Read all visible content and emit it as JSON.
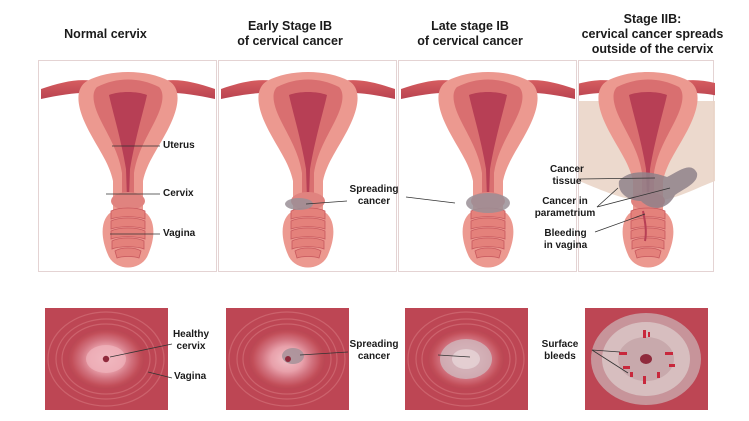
{
  "titles": [
    {
      "lines": [
        "Normal cervix"
      ]
    },
    {
      "lines": [
        "Early Stage IB",
        "of cervical cancer"
      ]
    },
    {
      "lines": [
        "Late stage IB",
        "of cervical cancer"
      ]
    },
    {
      "lines": [
        "Stage IIB:",
        "cervical cancer spreads",
        "outside of the cervix"
      ]
    }
  ],
  "anatomy_labels": {
    "uterus": "Uterus",
    "cervix": "Cervix",
    "vagina": "Vagina",
    "spreading_cancer": [
      "Spreading",
      "cancer"
    ],
    "cancer_tissue": [
      "Cancer",
      "tissue"
    ],
    "cancer_parametrium": [
      "Cancer in",
      "parametrium"
    ],
    "bleeding_vagina": [
      "Bleeding",
      "in vagina"
    ]
  },
  "view_labels": {
    "healthy_cervix": [
      "Healthy",
      "cervix"
    ],
    "vagina": "Vagina",
    "spreading_cancer": [
      "Spreading",
      "cancer"
    ],
    "surface_bleeds": [
      "Surface",
      "bleeds"
    ]
  },
  "colors": {
    "tissue": "#e9928a",
    "tissue_dark": "#c9605e",
    "lumen": "#b73f55",
    "ring": "#dc7b72",
    "tumor": "#9a8f96",
    "cervix_bg": "#c24e59",
    "cervix_pink": "#eaa3ae",
    "spread": "#b9a0a8",
    "parametrium": "#e8d3c7"
  }
}
